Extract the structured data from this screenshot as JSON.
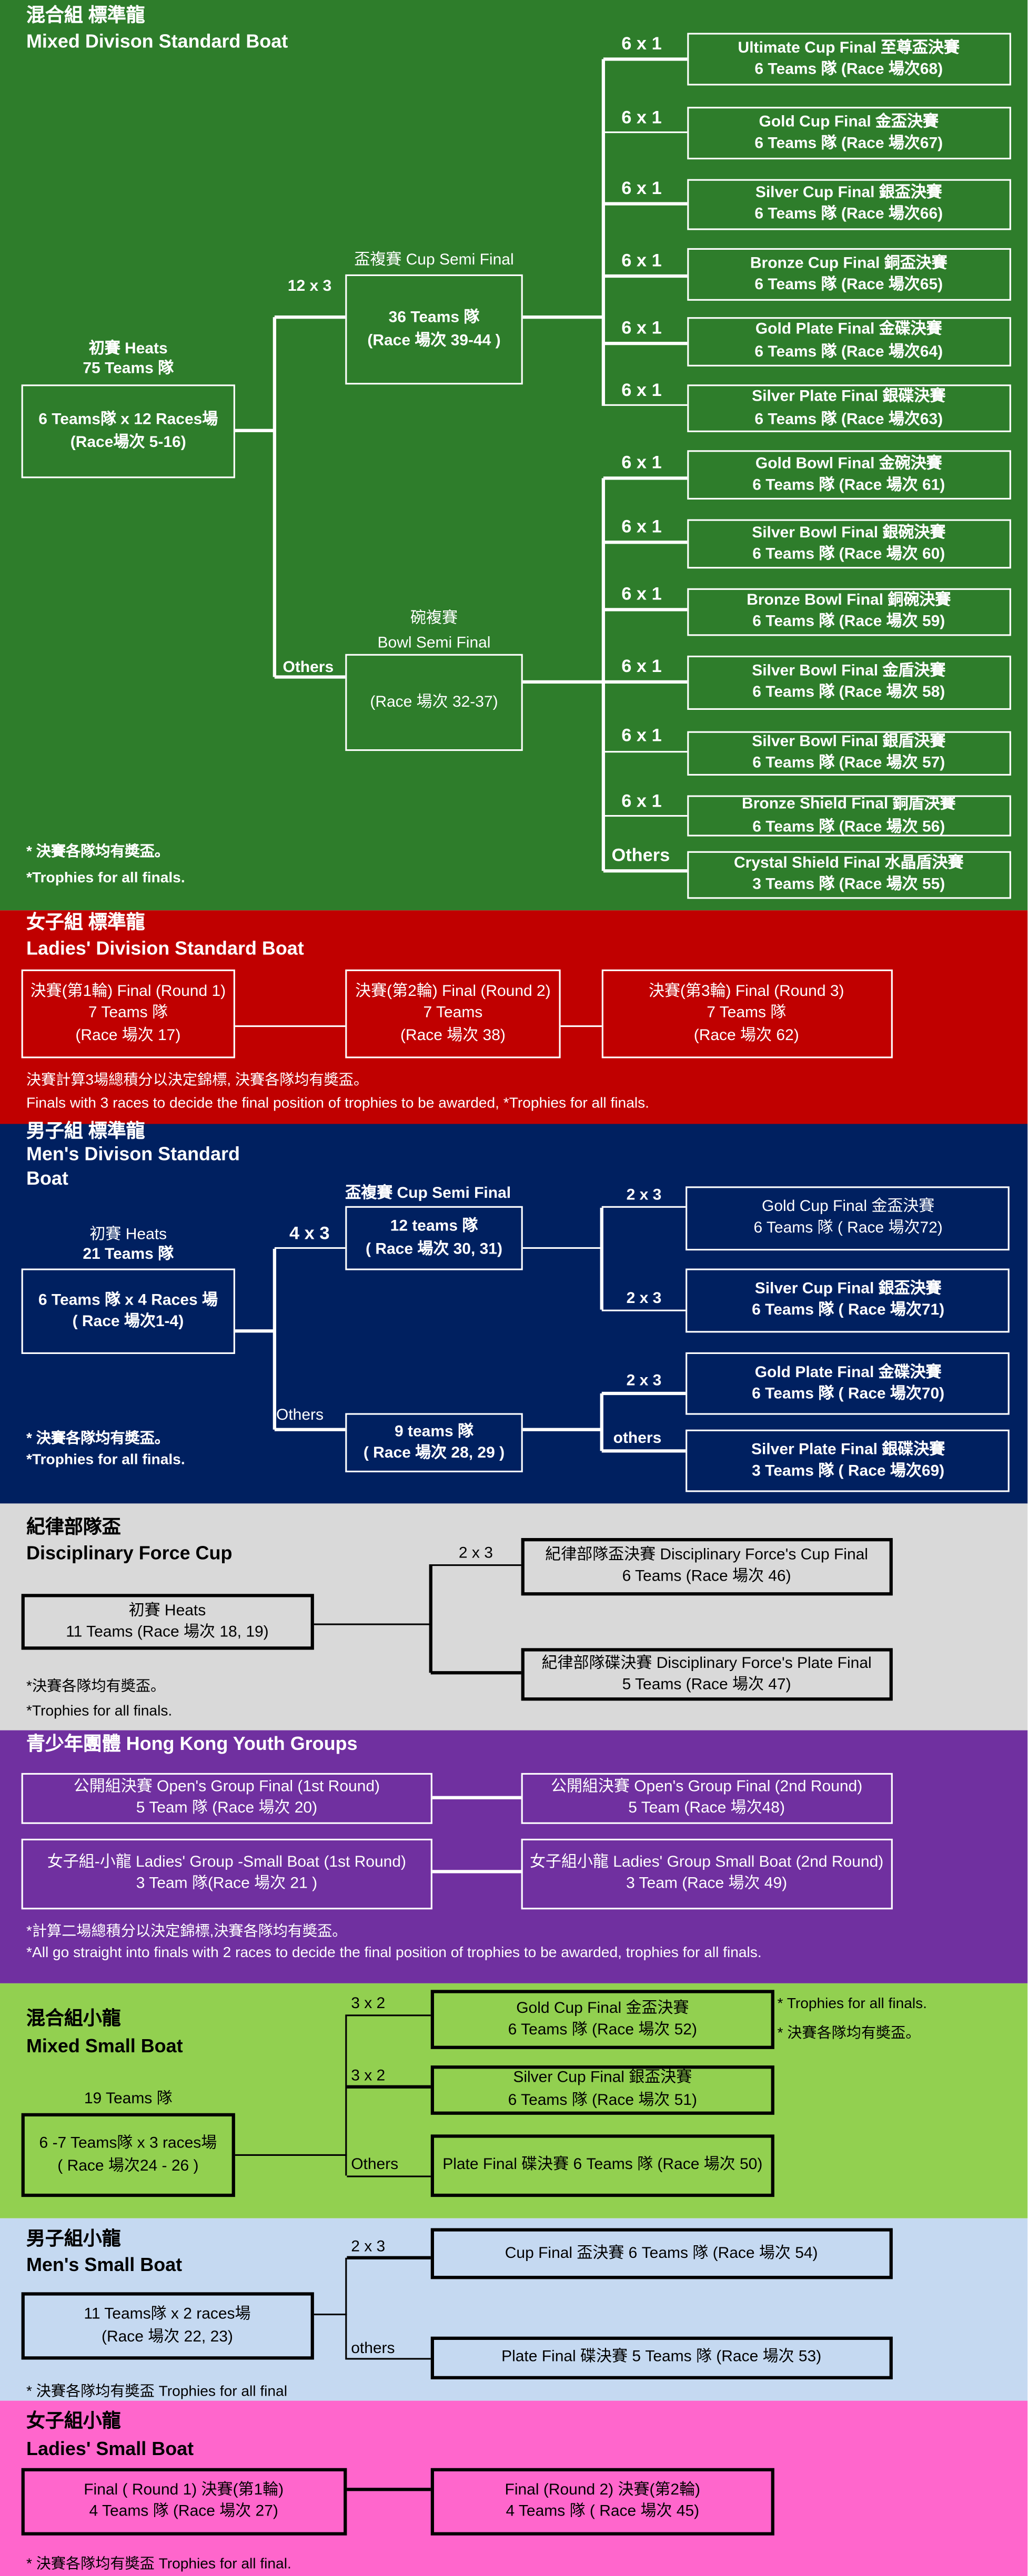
{
  "mixed": {
    "bg": "#2e7d2b",
    "title_zh": "混合組 標準龍",
    "title_en": "Mixed Divison Standard Boat",
    "heats": {
      "label": "初賽 Heats",
      "teams": "75 Teams 隊",
      "line1": "6 Teams隊 x 12 Races場",
      "line2": "(Race場次 5-16)"
    },
    "cup_semi": {
      "label": "盃複賽 Cup Semi Final",
      "split": "12 x 3",
      "line1": "36 Teams 隊",
      "line2": "(Race 場次 39-44 )"
    },
    "bowl_semi": {
      "label_zh": "碗複賽",
      "label_en": "Bowl Semi Final",
      "split": "Others",
      "line1": "(Race 場次 32-37)"
    },
    "finals": [
      {
        "split": "6 x 1",
        "name": "Ultimate Cup Final  至尊盃決賽",
        "detail": "6 Teams 隊  (Race 場次68)"
      },
      {
        "split": "6 x 1",
        "name": "Gold Cup Final  金盃決賽",
        "detail": "6 Teams 隊  (Race 場次67)"
      },
      {
        "split": "6 x 1",
        "name": "Silver Cup Final    銀盃決賽",
        "detail": "6 Teams 隊  (Race 場次66)"
      },
      {
        "split": "6 x 1",
        "name": "Bronze Cup Final    銅盃決賽",
        "detail": "6 Teams 隊  (Race 場次65)"
      },
      {
        "split": "6 x 1",
        "name": "Gold Plate Final 金碟決賽",
        "detail": "6 Teams 隊  (Race 場次64)"
      },
      {
        "split": "6 x 1",
        "name": "Silver Plate Final    銀碟決賽",
        "detail": "6 Teams 隊  (Race 場次63)"
      },
      {
        "split": "6 x 1",
        "name": "Gold Bowl Final  金碗決賽",
        "detail": "6 Teams 隊  (Race 場次 61)"
      },
      {
        "split": "6 x 1",
        "name": "Silver Bowl Final  銀碗決賽",
        "detail": "6 Teams 隊  (Race 場次 60)"
      },
      {
        "split": "6 x 1",
        "name": "Bronze Bowl Final  銅碗決賽",
        "detail": "6 Teams 隊  (Race 場次 59)"
      },
      {
        "split": "6 x 1",
        "name": "Silver Bowl Final  金盾決賽",
        "detail": "6 Teams 隊  (Race 場次 58)"
      },
      {
        "split": "6 x 1",
        "name": "Silver Bowl Final   銀盾決賽",
        "detail": "6 Teams 隊  (Race 場次 57)"
      },
      {
        "split": "6 x 1",
        "name": "Bronze Shield Final   銅盾決賽",
        "detail": "6 Teams 隊  (Race 場次 56)"
      },
      {
        "split": "Others",
        "name": "Crystal Shield Final  水晶盾決賽",
        "detail": "3 Teams 隊  (Race 場次 55)"
      }
    ],
    "notes": [
      "* 決賽各隊均有奬盃。",
      "*Trophies for all finals."
    ]
  },
  "ladies": {
    "bg": "#c00000",
    "title_zh": "女子組 標準龍",
    "title_en": "Ladies' Division Standard Boat",
    "rounds": [
      {
        "name": "決賽(第1輪) Final (Round 1)",
        "teams": "7 Teams 隊",
        "race": "(Race 場次 17)"
      },
      {
        "name": "決賽(第2輪) Final (Round 2)",
        "teams": "7 Teams",
        "race": "(Race 場次 38)"
      },
      {
        "name": "決賽(第3輪) Final (Round 3)",
        "teams": "7 Teams 隊",
        "race": "(Race 場次 62)"
      }
    ],
    "notes": [
      "決賽計算3場總積分以決定錦標, 決賽各隊均有奬盃。",
      "Finals with 3 races to decide the final position of trophies to be awarded, *Trophies for all finals."
    ]
  },
  "men": {
    "bg": "#002060",
    "title_zh": "男子組 標準龍",
    "title_en": "Men's Divison Standard Boat",
    "heats": {
      "label": "初賽 Heats",
      "teams": "21 Teams 隊",
      "line1": "6 Teams 隊 x 4 Races 場",
      "line2": "( Race 場次1-4)"
    },
    "cup_semi": {
      "label": "盃複賽 Cup Semi Final",
      "split": "4 x 3",
      "line1": "12 teams 隊",
      "line2": "( Race 場次 30, 31)"
    },
    "other_semi": {
      "split": "Others",
      "line1": "9 teams 隊",
      "line2": "( Race 場次 28, 29 )"
    },
    "finals": [
      {
        "split": "2 x 3",
        "name": "Gold Cup Final 金盃決賽",
        "detail": "6 Teams 隊 ( Race 場次72)"
      },
      {
        "split": "2 x 3",
        "name": "Silver Cup Final 銀盃決賽",
        "detail": "6 Teams 隊  ( Race 場次71)"
      },
      {
        "split": "2 x 3",
        "name": "Gold Plate Final 金碟決賽",
        "detail": "6 Teams 隊 ( Race 場次70)"
      },
      {
        "split": "others",
        "name": "Silver Plate Final 銀碟決賽",
        "detail": "3 Teams 隊 ( Race 場次69)"
      }
    ],
    "notes": [
      "* 決賽各隊均有奬盃。",
      "*Trophies for all finals."
    ]
  },
  "disciplinary": {
    "bg": "#d9d9d9",
    "title_zh": "紀律部隊盃",
    "title_en": "Disciplinary Force Cup",
    "heats": {
      "line1": "初賽 Heats",
      "line2": "11 Teams (Race 場次 18, 19)"
    },
    "split": "2 x 3",
    "finals": [
      {
        "name": "紀律部隊盃決賽 Disciplinary Force's Cup Final",
        "detail": "6 Teams (Race 場次 46)"
      },
      {
        "name": "紀律部隊碟決賽  Disciplinary Force's Plate Final",
        "detail": "5 Teams (Race 場次 47)"
      }
    ],
    "notes": [
      "*決賽各隊均有奬盃。",
      "*Trophies for all finals."
    ]
  },
  "youth": {
    "bg": "#7030a0",
    "title": "青少年團體 Hong Kong Youth Groups",
    "boxes": [
      {
        "name": "公開組決賽 Open's Group Final (1st Round)",
        "detail": "5 Team 隊 (Race 場次 20)"
      },
      {
        "name": "公開組決賽 Open's Group Final (2nd Round)",
        "detail": "5 Team (Race 場次48)"
      },
      {
        "name": "女子組-小龍 Ladies' Group -Small Boat (1st Round)",
        "detail": "3 Team 隊(Race 場次 21  )"
      },
      {
        "name": "女子組小龍 Ladies' Group Small Boat (2nd Round)",
        "detail": "3 Team (Race 場次 49)"
      }
    ],
    "notes": [
      "*計算二場總積分以決定錦標,決賽各隊均有奬盃。",
      "*All go straight into finals with 2 races to decide the final position of trophies to be awarded, trophies for all finals."
    ]
  },
  "mixed_small": {
    "bg": "#92d050",
    "title_zh": "混合組小龍",
    "title_en": "Mixed Small Boat",
    "teams": "19 Teams 隊",
    "heats": {
      "line1": "6 -7 Teams隊 x 3 races場",
      "line2": "( Race 場次24 - 26 )"
    },
    "finals": [
      {
        "split": "3 x 2",
        "name": "Gold Cup Final 金盃決賽",
        "detail": "6 Teams 隊 (Race 場次 52)"
      },
      {
        "split": "3 x 2",
        "name": "Silver Cup Final 銀盃決賽",
        "detail": "6 Teams 隊 (Race 場次 51)"
      },
      {
        "split": "Others",
        "name": "Plate Final 碟決賽 6 Teams 隊 (Race 場次 50)"
      }
    ],
    "notes": [
      "* Trophies for all finals.",
      "* 決賽各隊均有奬盃。"
    ]
  },
  "men_small": {
    "bg": "#c5d9f1",
    "title_zh": "男子組小龍",
    "title_en": "Men's Small Boat",
    "heats": {
      "line1": "11 Teams隊 x 2 races場",
      "line2": "(Race 場次 22, 23)"
    },
    "finals": [
      {
        "split": "2 x 3",
        "name": "Cup Final 盃決賽 6 Teams 隊 (Race 場次 54)"
      },
      {
        "split": "others",
        "name": "Plate Final 碟決賽 5 Teams 隊 (Race 場次 53)"
      }
    ],
    "note": "* 決賽各隊均有奬盃 Trophies for all final"
  },
  "ladies_small": {
    "bg": "#ff66cc",
    "title_zh": "女子組小龍",
    "title_en": "Ladies' Small Boat",
    "rounds": [
      {
        "name": "Final ( Round 1) 決賽(第1輪)",
        "detail": "4 Teams 隊 (Race 場次 27)"
      },
      {
        "name": "Final (Round 2) 決賽(第2輪)",
        "detail": "4 Teams 隊  ( Race 場次 45)"
      }
    ],
    "note": "* 決賽各隊均有奬盃 Trophies for all final."
  }
}
